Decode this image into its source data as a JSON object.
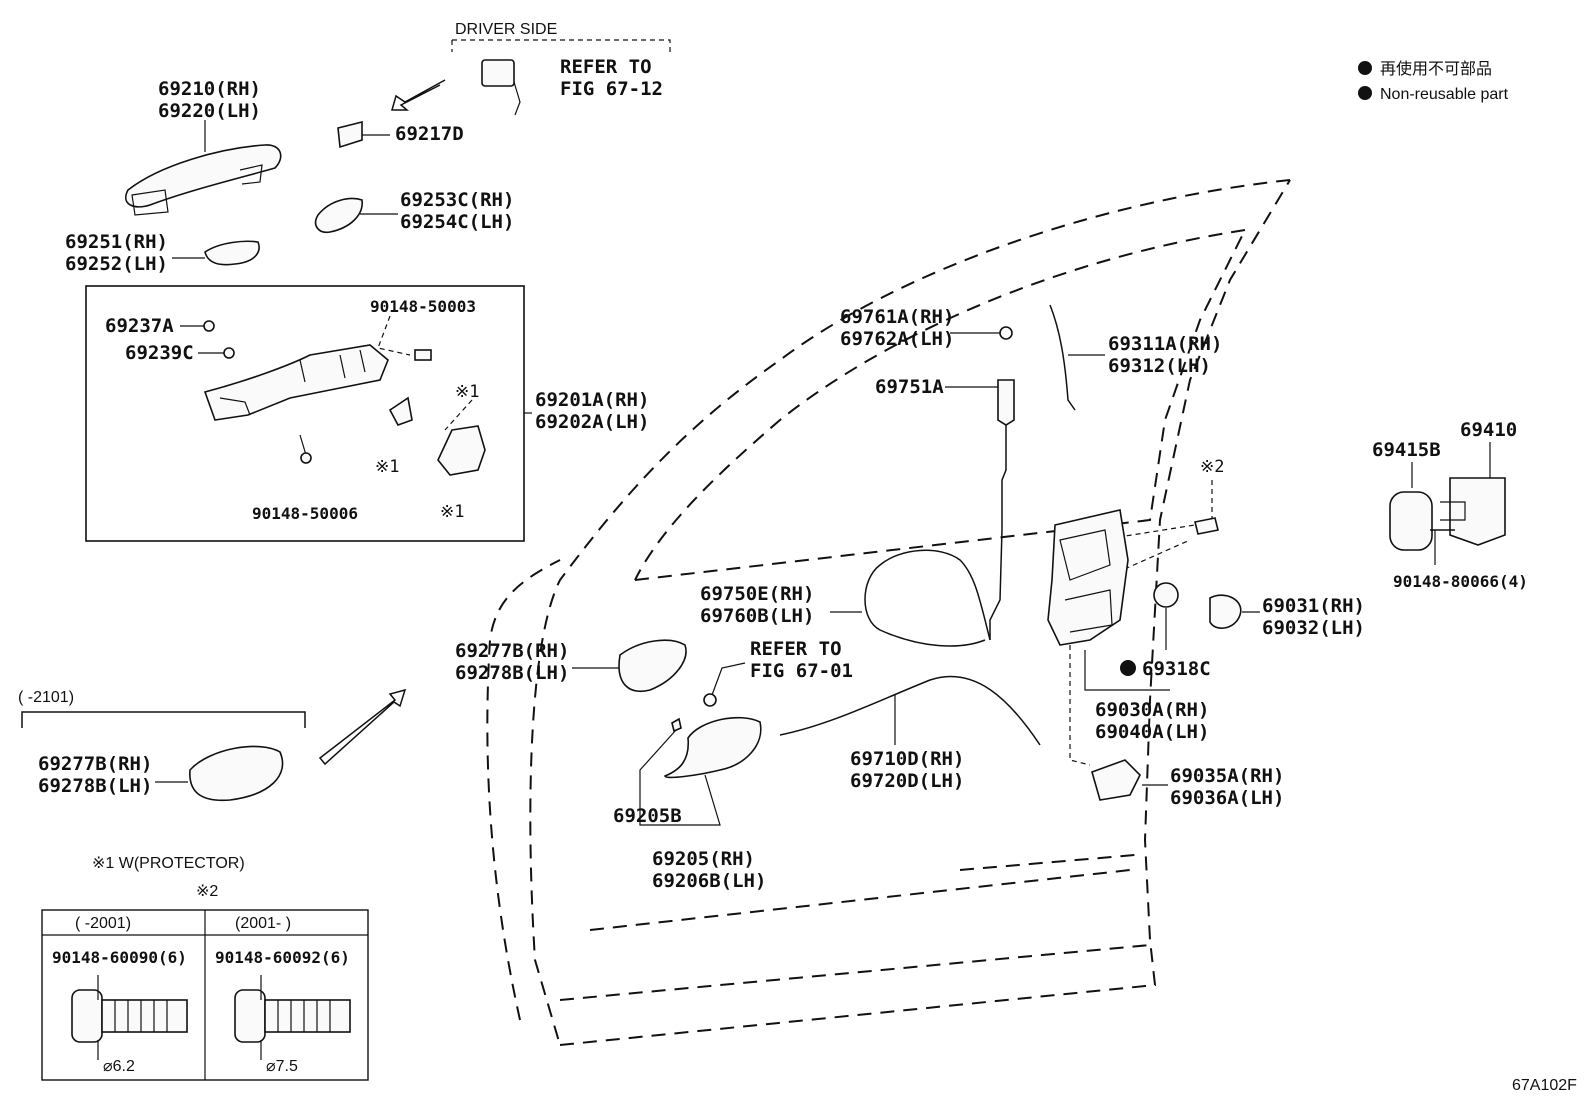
{
  "driver_side": {
    "label": "DRIVER SIDE",
    "refer": [
      "REFER TO",
      "FIG 67-12"
    ]
  },
  "legend": {
    "jp": "再使用不可部品",
    "en": "Non-reusable part"
  },
  "outside_handle": {
    "lines": [
      "69210(RH)",
      "69220(LH)"
    ]
  },
  "p69217d": "69217D",
  "p69253": {
    "lines": [
      "69253C(RH)",
      "69254C(LH)"
    ]
  },
  "p69251": {
    "lines": [
      "69251(RH)",
      "69252(LH)"
    ]
  },
  "frame_box": {
    "p69237a": "69237A",
    "p69239c": "69239C",
    "bolt_top": "90148-50003",
    "bolt_bottom": "90148-50006",
    "mark1": "※1",
    "assembly": {
      "lines": [
        "69201A(RH)",
        "69202A(LH)"
      ]
    }
  },
  "p69761": {
    "lines": [
      "69761A(RH)",
      "69762A(LH)"
    ]
  },
  "p69751a": "69751A",
  "p69311": {
    "lines": [
      "69311A(RH)",
      "69312(LH)"
    ]
  },
  "mark2": "※2",
  "p69415b": "69415B",
  "p69410": "69410",
  "bolt_80066": "90148-80066(4)",
  "p69750": {
    "lines": [
      "69750E(RH)",
      "69760B(LH)"
    ]
  },
  "p69031": {
    "lines": [
      "69031(RH)",
      "69032(LH)"
    ]
  },
  "p69318c": "69318C",
  "lock_assembly": {
    "lines": [
      "69030A(RH)",
      "69040A(LH)"
    ]
  },
  "p69277_top": {
    "lines": [
      "69277B(RH)",
      "69278B(LH)"
    ]
  },
  "refer_0101": [
    "REFER TO",
    "FIG 67-01"
  ],
  "p69277_left": {
    "range": "(    -2101)",
    "lines": [
      "69277B(RH)",
      "69278B(LH)"
    ]
  },
  "p69710": {
    "lines": [
      "69710D(RH)",
      "69720D(LH)"
    ]
  },
  "p69035": {
    "lines": [
      "69035A(RH)",
      "69036A(LH)"
    ]
  },
  "p69205b": "69205B",
  "inside_handle": {
    "lines": [
      "69205(RH)",
      "69206B(LH)"
    ]
  },
  "table": {
    "note1": "※1 W(PROTECTOR)",
    "note2": "※2",
    "headers": [
      "(     -2001)",
      "(2001-     )"
    ],
    "parts": [
      "90148-60090(6)",
      "90148-60092(6)"
    ],
    "dims": [
      "⌀6.2",
      "⌀7.5"
    ]
  },
  "figure_code": "67A102F"
}
